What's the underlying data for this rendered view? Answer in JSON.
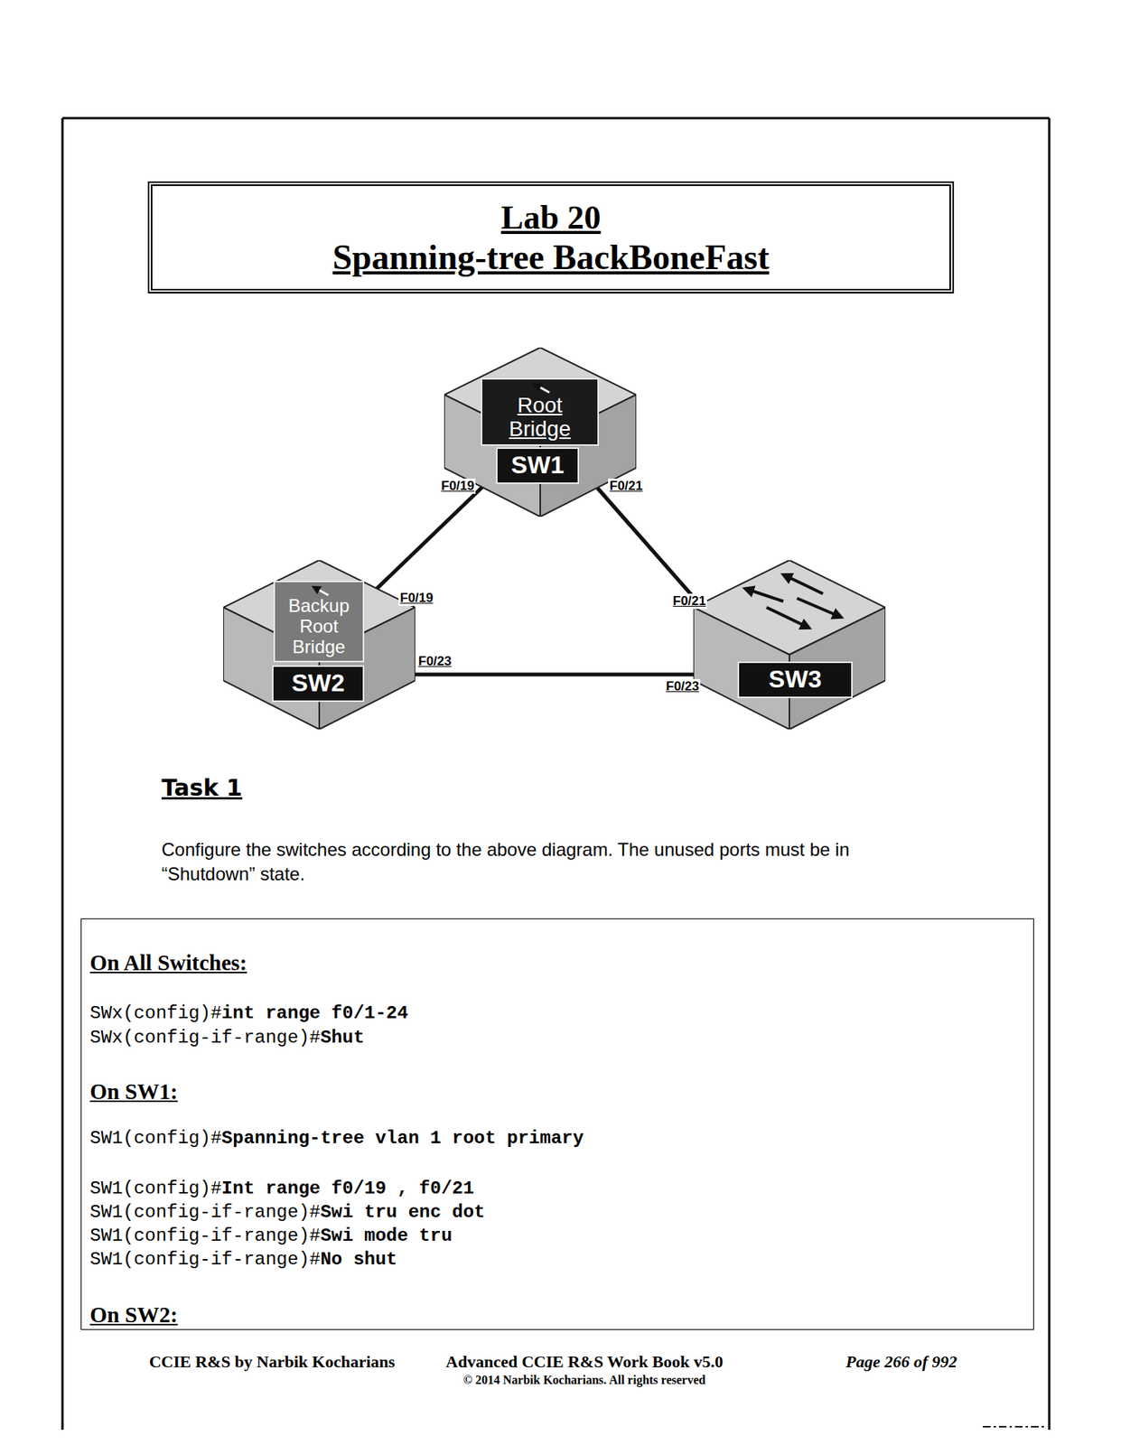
{
  "diagram": {
    "nodes": [
      {
        "text": [
          "Lab 20",
          "Spanning-tree BackBoneFast"
        ]
      },
      {
        "text": [
          "Root Bridge",
          "SW1"
        ]
      },
      {
        "text": [
          "Backup Root Bridge",
          "SW2"
        ]
      },
      {
        "text": [
          "SW3"
        ]
      },
      {
        "text": [
          "On All Switches:",
          "SWx(config)#",
          "int range f0/1-24",
          "SWx(config-if-range)#",
          "Shut",
          "On SW1:",
          "SW1(config)#",
          "Spanning-tree vlan 1 root primary",
          "SW1(config)#",
          "Int range f0/19 , f0/21",
          "SW1(config-if-range)#",
          "Swi tru enc dot",
          "SW1(config-if-range)#",
          "Swi mode tru",
          "SW1(config-if-range)#",
          "No shut",
          "On SW2:"
        ]
      }
    ],
    "edges": [
      {
        "from": 1,
        "to": 2,
        "arrow": "none"
      },
      {
        "from": 1,
        "to": 3,
        "arrow": "none"
      },
      {
        "from": 2,
        "to": 3,
        "arrow": "none"
      }
    ],
    "labels": [
      "F0/19",
      "F0/21",
      "F0/19",
      "F0/21",
      "F0/23",
      "F0/23",
      "Task 1",
      "Configure the switches according to the above diagram. The unused ports must be in “Shutdown” state.",
      "CCIE R&S by Narbik Kocharians",
      "Advanced CCIE R&S Work Book v5.0",
      "© 2014 Narbik Kocharians. All rights reserved",
      "Page 266 of 992"
    ]
  }
}
